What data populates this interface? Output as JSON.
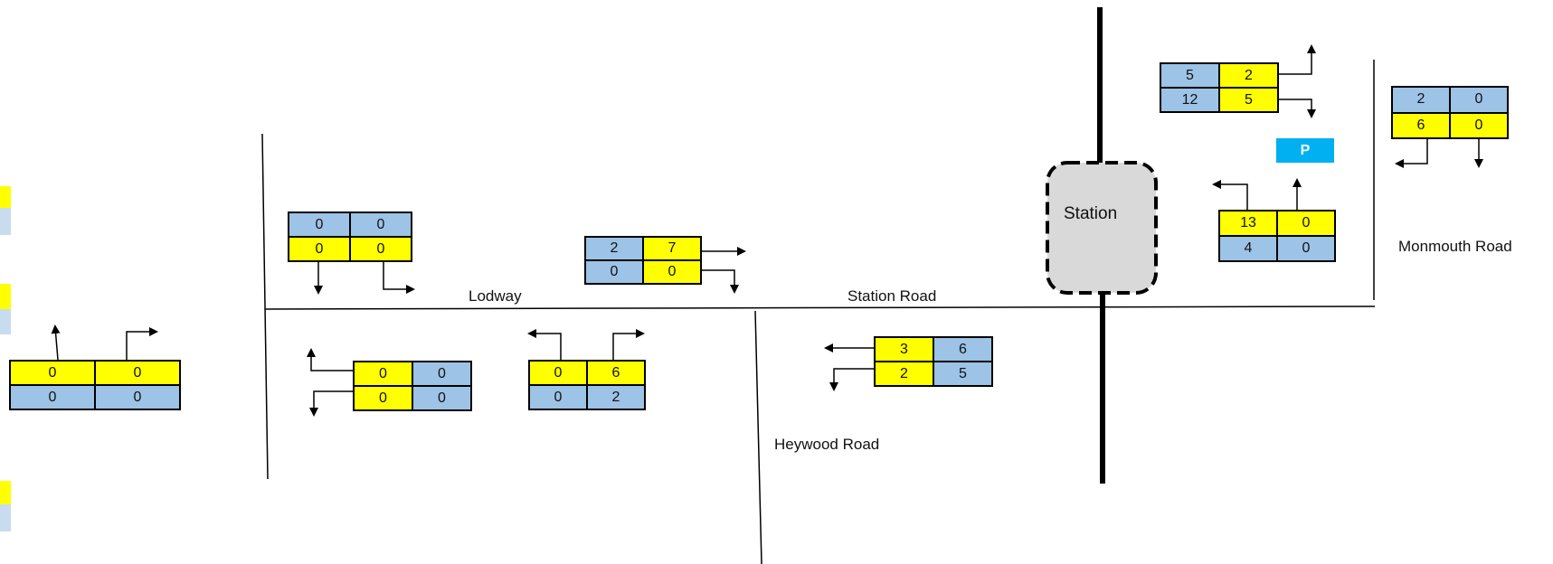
{
  "colors": {
    "yellow": "#ffff00",
    "blue": "#9dc3e6",
    "parking": "#00b0f0",
    "station_fill": "#d9d9d9"
  },
  "roads": {
    "lodway": "Lodway",
    "station_road": "Station Road",
    "heywood_road": "Heywood Road",
    "monmouth_road": "Monmouth Road"
  },
  "station": {
    "label": "Station"
  },
  "parking": {
    "label": "P"
  },
  "count_tables": [
    {
      "id": "far-left",
      "cells": [
        [
          "0",
          "0"
        ],
        [
          "0",
          "0"
        ]
      ],
      "colors": [
        [
          "yellow",
          "yellow"
        ],
        [
          "blue",
          "blue"
        ]
      ]
    },
    {
      "id": "lodway-north-w",
      "cells": [
        [
          "0",
          "0"
        ],
        [
          "0",
          "0"
        ]
      ],
      "colors": [
        [
          "blue",
          "blue"
        ],
        [
          "yellow",
          "yellow"
        ]
      ]
    },
    {
      "id": "lodway-north-e",
      "cells": [
        [
          "2",
          "7"
        ],
        [
          "0",
          "0"
        ]
      ],
      "colors": [
        [
          "blue",
          "yellow"
        ],
        [
          "blue",
          "yellow"
        ]
      ]
    },
    {
      "id": "lodway-south-w",
      "cells": [
        [
          "0",
          "0"
        ],
        [
          "0",
          "0"
        ]
      ],
      "colors": [
        [
          "yellow",
          "blue"
        ],
        [
          "yellow",
          "blue"
        ]
      ]
    },
    {
      "id": "lodway-south-e",
      "cells": [
        [
          "0",
          "6"
        ],
        [
          "0",
          "2"
        ]
      ],
      "colors": [
        [
          "yellow",
          "yellow"
        ],
        [
          "blue",
          "blue"
        ]
      ]
    },
    {
      "id": "station-road",
      "cells": [
        [
          "3",
          "6"
        ],
        [
          "2",
          "5"
        ]
      ],
      "colors": [
        [
          "yellow",
          "blue"
        ],
        [
          "yellow",
          "blue"
        ]
      ]
    },
    {
      "id": "station-north",
      "cells": [
        [
          "5",
          "2"
        ],
        [
          "12",
          "5"
        ]
      ],
      "colors": [
        [
          "blue",
          "yellow"
        ],
        [
          "blue",
          "yellow"
        ]
      ]
    },
    {
      "id": "station-east",
      "cells": [
        [
          "13",
          "0"
        ],
        [
          "4",
          "0"
        ]
      ],
      "colors": [
        [
          "yellow",
          "yellow"
        ],
        [
          "blue",
          "blue"
        ]
      ]
    },
    {
      "id": "monmouth",
      "cells": [
        [
          "2",
          "0"
        ],
        [
          "6",
          "0"
        ]
      ],
      "colors": [
        [
          "blue",
          "blue"
        ],
        [
          "yellow",
          "yellow"
        ]
      ]
    }
  ]
}
